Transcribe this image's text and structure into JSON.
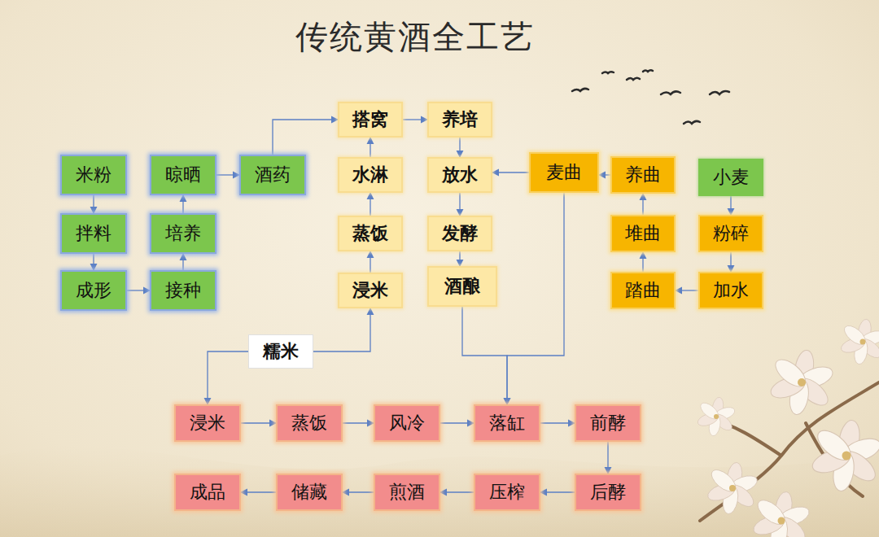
{
  "diagram": {
    "title": "传统黄酒全工艺",
    "nodes": [
      {
        "text": [
          "米粉"
        ]
      },
      {
        "text": [
          "拌料"
        ]
      },
      {
        "text": [
          "成形"
        ]
      },
      {
        "text": [
          "接种"
        ]
      },
      {
        "text": [
          "培养"
        ]
      },
      {
        "text": [
          "晾晒"
        ]
      },
      {
        "text": [
          "酒药"
        ]
      },
      {
        "text": [
          "搭窝"
        ]
      },
      {
        "text": [
          "养培"
        ]
      },
      {
        "text": [
          "水淋"
        ]
      },
      {
        "text": [
          "放水"
        ]
      },
      {
        "text": [
          "蒸饭"
        ]
      },
      {
        "text": [
          "发酵"
        ]
      },
      {
        "text": [
          "浸米"
        ]
      },
      {
        "text": [
          "酒酿"
        ]
      },
      {
        "text": [
          "麦曲"
        ]
      },
      {
        "text": [
          "养曲"
        ]
      },
      {
        "text": [
          "小麦"
        ]
      },
      {
        "text": [
          "堆曲"
        ]
      },
      {
        "text": [
          "粉碎"
        ]
      },
      {
        "text": [
          "踏曲"
        ]
      },
      {
        "text": [
          "加水"
        ]
      },
      {
        "text": [
          "糯米"
        ]
      },
      {
        "text": [
          "浸米"
        ]
      },
      {
        "text": [
          "蒸饭"
        ]
      },
      {
        "text": [
          "风冷"
        ]
      },
      {
        "text": [
          "落缸"
        ]
      },
      {
        "text": [
          "前酵"
        ]
      },
      {
        "text": [
          "成品"
        ]
      },
      {
        "text": [
          "储藏"
        ]
      },
      {
        "text": [
          "煎酒"
        ]
      },
      {
        "text": [
          "压榨"
        ]
      },
      {
        "text": [
          "后酵"
        ]
      }
    ],
    "edges": [
      {
        "from": 0,
        "to": 1,
        "arrow": "to"
      },
      {
        "from": 1,
        "to": 2,
        "arrow": "to"
      },
      {
        "from": 2,
        "to": 3,
        "arrow": "to"
      },
      {
        "from": 3,
        "to": 4,
        "arrow": "to"
      },
      {
        "from": 4,
        "to": 5,
        "arrow": "to"
      },
      {
        "from": 5,
        "to": 6,
        "arrow": "to"
      },
      {
        "from": 6,
        "to": 7,
        "arrow": "to"
      },
      {
        "from": 13,
        "to": 11,
        "arrow": "to"
      },
      {
        "from": 11,
        "to": 9,
        "arrow": "to"
      },
      {
        "from": 9,
        "to": 7,
        "arrow": "to"
      },
      {
        "from": 7,
        "to": 8,
        "arrow": "to"
      },
      {
        "from": 8,
        "to": 10,
        "arrow": "to"
      },
      {
        "from": 15,
        "to": 10,
        "arrow": "to"
      },
      {
        "from": 10,
        "to": 12,
        "arrow": "to"
      },
      {
        "from": 12,
        "to": 14,
        "arrow": "to"
      },
      {
        "from": 17,
        "to": 19,
        "arrow": "to"
      },
      {
        "from": 19,
        "to": 21,
        "arrow": "to"
      },
      {
        "from": 21,
        "to": 20,
        "arrow": "to"
      },
      {
        "from": 20,
        "to": 18,
        "arrow": "to"
      },
      {
        "from": 18,
        "to": 16,
        "arrow": "to"
      },
      {
        "from": 16,
        "to": 15,
        "arrow": "to"
      },
      {
        "from": 22,
        "to": 13,
        "arrow": "to"
      },
      {
        "from": 22,
        "to": 23,
        "arrow": "to"
      },
      {
        "from": 14,
        "to": 26,
        "arrow": "to"
      },
      {
        "from": 15,
        "to": 26,
        "arrow": "to"
      },
      {
        "from": 23,
        "to": 24,
        "arrow": "to"
      },
      {
        "from": 24,
        "to": 25,
        "arrow": "to"
      },
      {
        "from": 25,
        "to": 26,
        "arrow": "to"
      },
      {
        "from": 26,
        "to": 27,
        "arrow": "to"
      },
      {
        "from": 27,
        "to": 32,
        "arrow": "to"
      },
      {
        "from": 32,
        "to": 31,
        "arrow": "to"
      },
      {
        "from": 31,
        "to": 30,
        "arrow": "to"
      },
      {
        "from": 30,
        "to": 29,
        "arrow": "to"
      },
      {
        "from": 29,
        "to": 28,
        "arrow": "to"
      }
    ]
  }
}
